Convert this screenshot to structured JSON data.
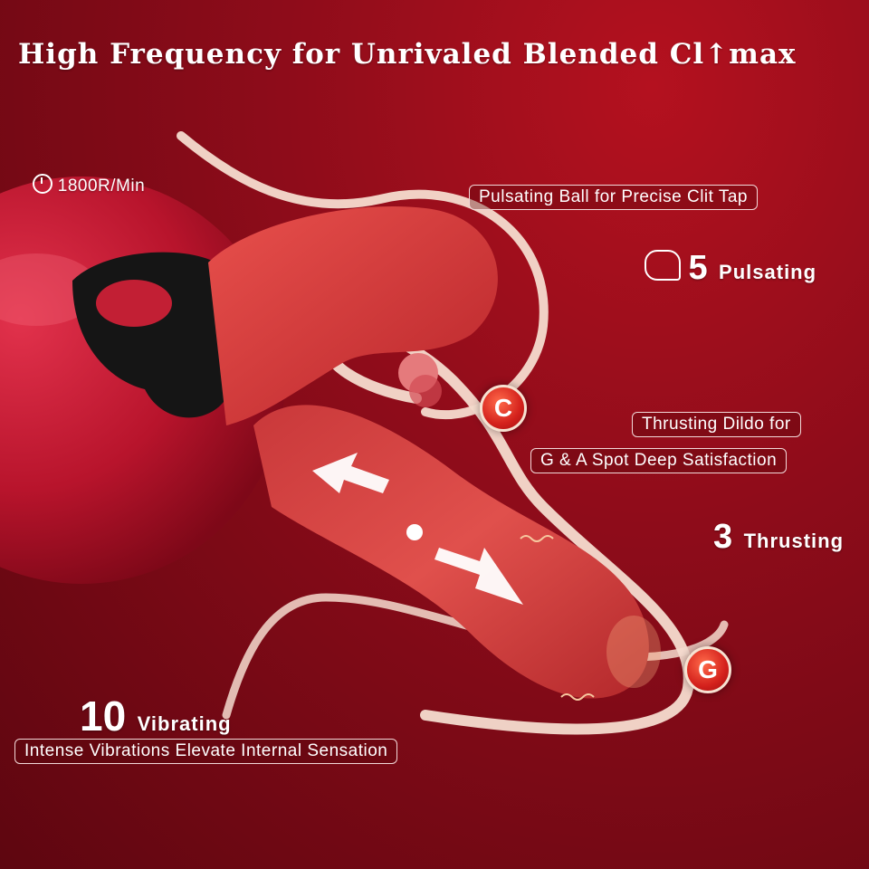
{
  "title": "High Frequency for Unrivaled Blended Cl↑max",
  "speed": {
    "icon": "timer-icon",
    "text": "1800R/Min"
  },
  "callouts": {
    "pulsating_ball": "Pulsating Ball for Precise Clit Tap",
    "thrusting_line1": "Thrusting Dildo for",
    "thrusting_line2": "G & A Spot Deep Satisfaction",
    "vibrations": "Intense Vibrations Elevate Internal Sensation"
  },
  "modes": {
    "pulsating": {
      "number": "5",
      "label": "Pulsating",
      "icon": "tapping-hand-icon"
    },
    "thrusting": {
      "number": "3",
      "label": "Thrusting"
    },
    "vibrating": {
      "number": "10",
      "label": "Vibrating"
    }
  },
  "badges": {
    "c": "C",
    "g": "G"
  },
  "colors": {
    "background": "#8e0c1a",
    "product": "#d83b3e",
    "ribbon": "#f6dccf",
    "badge": "#d4211c"
  }
}
